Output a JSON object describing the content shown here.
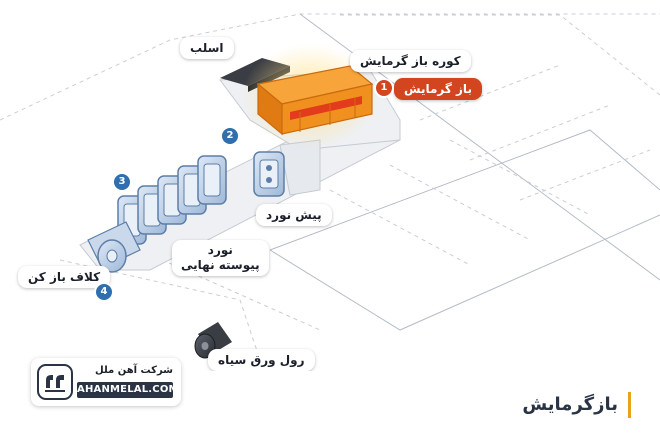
{
  "labels": {
    "slab": "اسلب",
    "reheat_furnace": "کوره باز گرمایش",
    "reheating": "باز گرمایش",
    "roughing_mill": "پیش نورد",
    "finishing_mill_line1": "نورد",
    "finishing_mill_line2": "پیوسته نهایی",
    "uncoiler": "کلاف باز کن",
    "black_sheet_roll": "رول ورق سیاه"
  },
  "steps": [
    "1",
    "2",
    "3",
    "4"
  ],
  "brand": {
    "name": "شرکت آهن ملل",
    "url": "AHANMELAL.COM"
  },
  "page_title": "بازگرمایش",
  "colors": {
    "furnace_orange": "#f0901e",
    "accent_red": "#d2451e",
    "step_blue": "#2f6fad",
    "roller_blue": "#b9cde6",
    "title_bar": "#e8a317"
  }
}
